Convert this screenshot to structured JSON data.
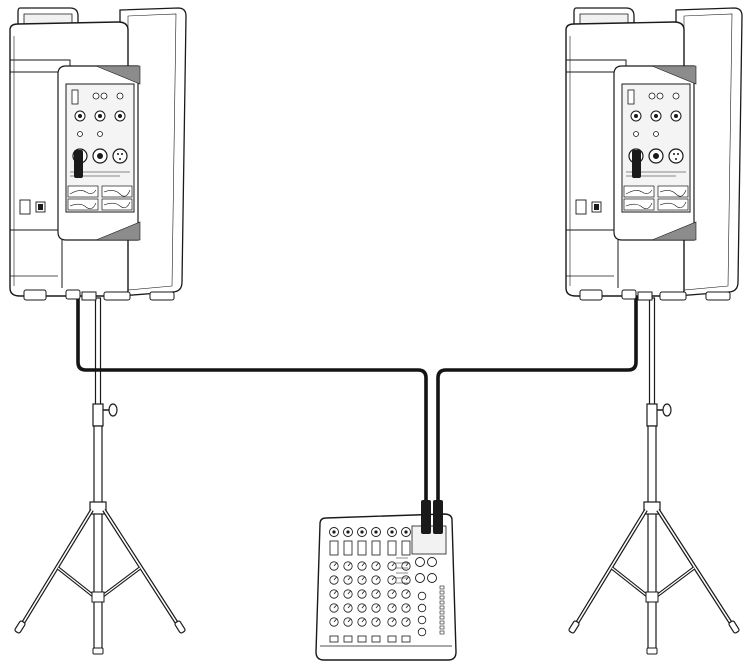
{
  "diagram": {
    "line_color": "#1a1a1a",
    "fill_color": "#ffffff",
    "panel_gray": "#e6e6e6",
    "vent_gray": "#8c8c8c",
    "cable_color": "#141414"
  },
  "components": [
    {
      "id": "speaker-left",
      "type": "powered-speaker",
      "mounted_on": "stand-left"
    },
    {
      "id": "speaker-right",
      "type": "powered-speaker",
      "mounted_on": "stand-right"
    },
    {
      "id": "stand-left",
      "type": "tripod-speaker-stand"
    },
    {
      "id": "stand-right",
      "type": "tripod-speaker-stand"
    },
    {
      "id": "mixer",
      "type": "analog-mixer"
    }
  ],
  "connections": [
    {
      "from": "mixer-main-out-left",
      "to": "speaker-left-input",
      "cable": "xlr"
    },
    {
      "from": "mixer-main-out-right",
      "to": "speaker-right-input",
      "cable": "xlr"
    }
  ]
}
